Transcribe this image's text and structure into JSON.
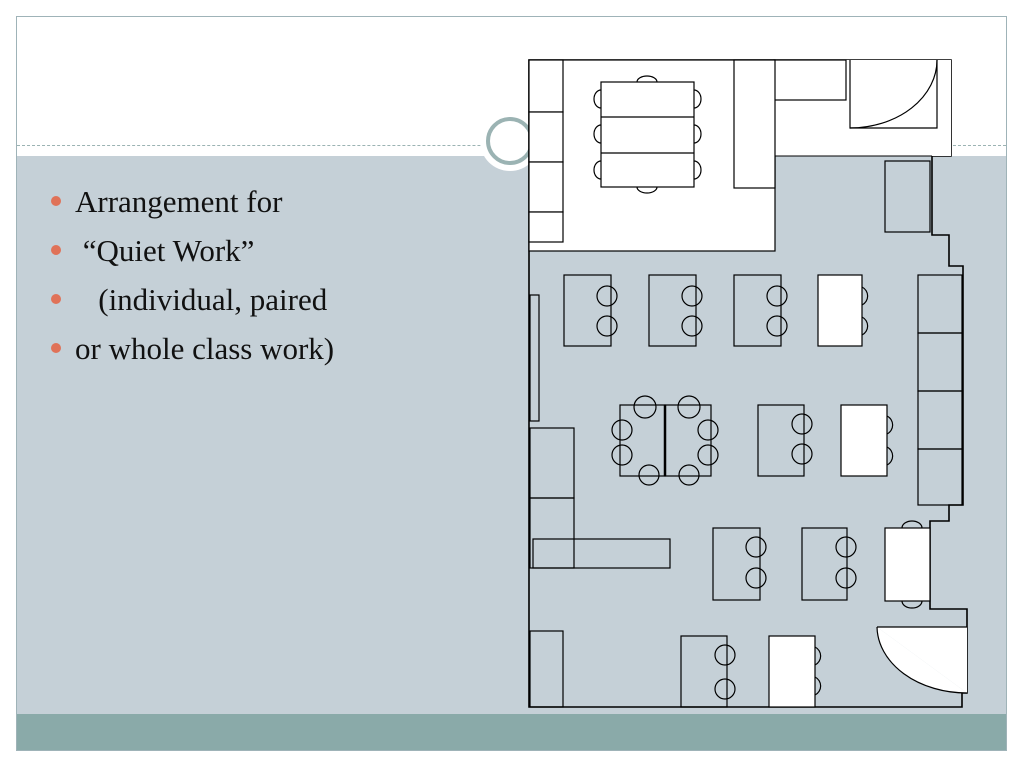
{
  "bullets": [
    {
      "text": "Arrangement for"
    },
    {
      "text": " “Quiet Work”"
    },
    {
      "text": "   (individual, paired"
    },
    {
      "text": "or whole class work)"
    }
  ],
  "colors": {
    "slide_background": "#c5d0d7",
    "top_band": "#ffffff",
    "bottom_bar": "#8aaaa9",
    "bullet_dot": "#e07258",
    "text": "#111111",
    "plan_line": "#000000"
  }
}
